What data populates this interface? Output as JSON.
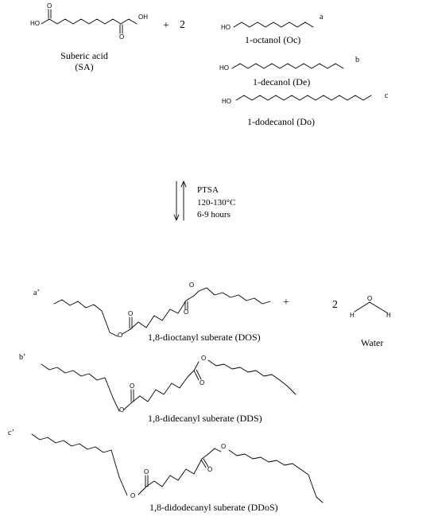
{
  "reactants": {
    "acid": {
      "name": "Suberic acid",
      "abbr": "(SA)",
      "atoms": {
        "oh_left": "HO",
        "oh_right": "OH",
        "o_top": "O",
        "o_bottom": "O"
      }
    },
    "plus": "+",
    "coefficient": "2",
    "alcohols": [
      {
        "letter": "a",
        "atom": "HO",
        "name": "1-octanol (Oc)"
      },
      {
        "letter": "b",
        "atom": "HO",
        "name": "1-decanol (De)"
      },
      {
        "letter": "c",
        "atom": "HO",
        "name": "1-dodecanol (Do)"
      }
    ]
  },
  "conditions": {
    "catalyst": "PTSA",
    "temperature": "120-130°C",
    "time": "6-9 hours"
  },
  "products": {
    "esters": [
      {
        "letter": "a’",
        "name": "1,8-dioctanyl suberate (DOS)",
        "atom_o": "O"
      },
      {
        "letter": "b’",
        "name": "1,8-didecanyl suberate (DDS)",
        "atom_o": "O"
      },
      {
        "letter": "c’",
        "name": "1,8-didodecanyl suberate (DDoS)",
        "atom_o": "O"
      }
    ],
    "plus": "+",
    "water": {
      "coefficient": "2",
      "atoms": {
        "h_left": "H",
        "o": "O",
        "h_right": "H"
      },
      "name": "Water"
    }
  }
}
